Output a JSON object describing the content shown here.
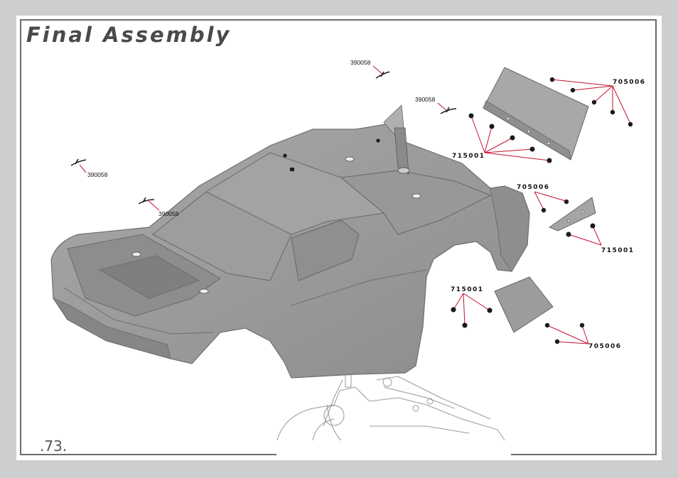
{
  "page": {
    "title": "Final Assembly",
    "page_number": ".73."
  },
  "callouts": {
    "clip_top": "390058",
    "clip_mid": "390058",
    "clip_left": "390058",
    "clip_left2": "390058",
    "wing_screws": "705006",
    "wing_nuts": "715001",
    "side_screws": "705006",
    "side_nuts": "715001",
    "lower_nuts": "715001",
    "lower_screws": "705006"
  },
  "colors": {
    "leader": "#c8102e",
    "body": "#9a9a9a",
    "frame": "#6b6b6b"
  }
}
